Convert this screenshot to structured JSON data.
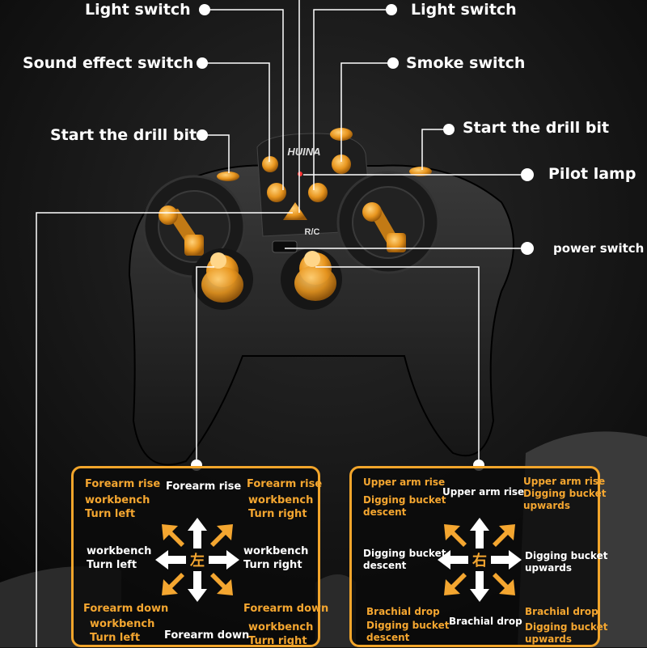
{
  "callouts": {
    "light_switch_left": "Light switch",
    "light_switch_right": "Light switch",
    "sound_effect_switch": "Sound effect switch",
    "smoke_switch": "Smoke switch",
    "start_drill_bit_left": "Start the drill bit",
    "start_drill_bit_right": "Start the drill bit",
    "pilot_lamp": "Pilot lamp",
    "power_switch": "power switch"
  },
  "controller": {
    "brand": "HUINA",
    "rc_label": "R/C"
  },
  "left_panel": {
    "tl_a": "Forearm rise",
    "tl_b": "workbench",
    "tl_c": "Turn left",
    "top": "Forearm rise",
    "tr_a": "Forearm rise",
    "tr_b": "workbench",
    "tr_c": "Turn right",
    "ml_a": "workbench",
    "ml_b": "Turn left",
    "mr_a": "workbench",
    "mr_b": "Turn right",
    "center_char": "左",
    "bl_a": "Forearm down",
    "bl_b": "workbench",
    "bl_c": "Turn left",
    "bottom": "Forearm down",
    "br_a": "Forearm down",
    "br_b": "workbench",
    "br_c": "Turn right"
  },
  "right_panel": {
    "tl_a": "Upper arm rise",
    "tl_b": "Digging bucket",
    "tl_c": "descent",
    "top": "Upper arm rise",
    "tr_a": "Upper arm rise",
    "tr_b": "Digging bucket",
    "tr_c": "upwards",
    "ml_a": "Digging bucket",
    "ml_b": "descent",
    "mr_a": "Digging bucket",
    "mr_b": "upwards",
    "center_char": "右",
    "bl_a": "Brachial drop",
    "bl_b": "Digging bucket",
    "bl_c": "descent",
    "bottom": "Brachial drop",
    "br_a": "Brachial drop",
    "br_b": "Digging bucket",
    "br_c": "upwards"
  },
  "colors": {
    "accent_orange": "#f4a630",
    "panel_border": "#f2a52b",
    "controller_body": "#2a2a2a",
    "background": "#111111"
  }
}
